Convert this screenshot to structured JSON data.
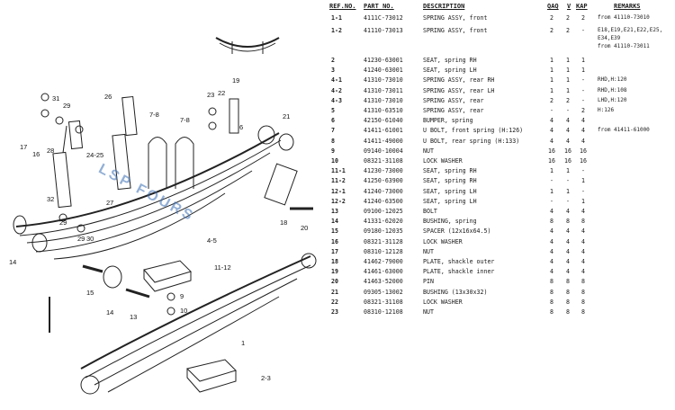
{
  "diagram": {
    "callouts": [
      "1",
      "2-3",
      "4-5",
      "6",
      "7-8",
      "7-8",
      "9",
      "10",
      "11-12",
      "13",
      "14",
      "14",
      "15",
      "16",
      "17",
      "18",
      "19",
      "20",
      "21",
      "22",
      "23",
      "24-25",
      "26",
      "27",
      "28",
      "29",
      "29",
      "29",
      "30",
      "31",
      "32"
    ],
    "watermark": "LSP FOURS"
  },
  "table": {
    "headers": {
      "ref": "REF.NO.",
      "part": "PART NO.",
      "desc": "DESCRIPTION",
      "q1": "QAQ",
      "q2": "V",
      "q3": "KAP",
      "remarks": "REMARKS"
    },
    "rows": [
      {
        "ref": "1-1",
        "part": "4111C-73012",
        "desc": "SPRING ASSY, front",
        "q1": "2",
        "q2": "2",
        "q3": "2",
        "rem": "from 41110-73010"
      },
      {
        "ref": "1-2",
        "part": "41110-73013",
        "desc": "SPRING ASSY, front",
        "q1": "2",
        "q2": "2",
        "q3": "-",
        "rem": "E18,E19,E21,E22,E25,"
      },
      {
        "ref": "2",
        "part": "41230-63001",
        "desc": "SEAT, spring RH",
        "q1": "1",
        "q2": "1",
        "q3": "1",
        "rem": ""
      },
      {
        "ref": "3",
        "part": "41240-63001",
        "desc": "SEAT, spring LH",
        "q1": "1",
        "q2": "1",
        "q3": "1",
        "rem": ""
      },
      {
        "ref": "4-1",
        "part": "41310-73010",
        "desc": "SPRING ASSY, rear RH",
        "q1": "1",
        "q2": "1",
        "q3": "-",
        "rem": "RHD,H:120"
      },
      {
        "ref": "4-2",
        "part": "41310-73011",
        "desc": "SPRING ASSY, rear LH",
        "q1": "1",
        "q2": "1",
        "q3": "-",
        "rem": "RHD,H:108"
      },
      {
        "ref": "4-3",
        "part": "41310-73010",
        "desc": "SPRING ASSY, rear",
        "q1": "2",
        "q2": "2",
        "q3": "-",
        "rem": "LHD,H:120"
      },
      {
        "ref": "5",
        "part": "41310-63510",
        "desc": "SPRING ASSY, rear",
        "q1": "-",
        "q2": "-",
        "q3": "2",
        "rem": "H:126"
      },
      {
        "ref": "6",
        "part": "42150-61040",
        "desc": "BUMPER, spring",
        "q1": "4",
        "q2": "4",
        "q3": "4",
        "rem": ""
      },
      {
        "ref": "7",
        "part": "41411-61001",
        "desc": "U BOLT, front spring (H:126)",
        "q1": "4",
        "q2": "4",
        "q3": "4",
        "rem": "from 41411-61000"
      },
      {
        "ref": "8",
        "part": "41411-49000",
        "desc": "U BOLT, rear spring (H:133)",
        "q1": "4",
        "q2": "4",
        "q3": "4",
        "rem": ""
      },
      {
        "ref": "9",
        "part": "09140-10004",
        "desc": "NUT",
        "q1": "16",
        "q2": "16",
        "q3": "16",
        "rem": ""
      },
      {
        "ref": "10",
        "part": "08321-31108",
        "desc": "LOCK WASHER",
        "q1": "16",
        "q2": "16",
        "q3": "16",
        "rem": ""
      },
      {
        "ref": "11-1",
        "part": "41230-73000",
        "desc": "SEAT, spring RH",
        "q1": "1",
        "q2": "1",
        "q3": "-",
        "rem": ""
      },
      {
        "ref": "11-2",
        "part": "41250-63900",
        "desc": "SEAT, spring RH",
        "q1": "-",
        "q2": "-",
        "q3": "1",
        "rem": ""
      },
      {
        "ref": "12-1",
        "part": "41240-73000",
        "desc": "SEAT, spring LH",
        "q1": "1",
        "q2": "1",
        "q3": "-",
        "rem": ""
      },
      {
        "ref": "12-2",
        "part": "41240-63500",
        "desc": "SEAT, spring LH",
        "q1": "-",
        "q2": "-",
        "q3": "1",
        "rem": ""
      },
      {
        "ref": "13",
        "part": "09100-12025",
        "desc": "BOLT",
        "q1": "4",
        "q2": "4",
        "q3": "4",
        "rem": ""
      },
      {
        "ref": "14",
        "part": "41331-62020",
        "desc": "BUSHING, spring",
        "q1": "8",
        "q2": "8",
        "q3": "8",
        "rem": ""
      },
      {
        "ref": "15",
        "part": "09180-12035",
        "desc": "SPACER (12x16x64.5)",
        "q1": "4",
        "q2": "4",
        "q3": "4",
        "rem": ""
      },
      {
        "ref": "16",
        "part": "08321-31128",
        "desc": "LOCK WASHER",
        "q1": "4",
        "q2": "4",
        "q3": "4",
        "rem": ""
      },
      {
        "ref": "17",
        "part": "08310-12128",
        "desc": "NUT",
        "q1": "4",
        "q2": "4",
        "q3": "4",
        "rem": ""
      },
      {
        "ref": "18",
        "part": "41462-79000",
        "desc": "PLATE, shackle outer",
        "q1": "4",
        "q2": "4",
        "q3": "4",
        "rem": ""
      },
      {
        "ref": "19",
        "part": "41461-63000",
        "desc": "PLATE, shackle inner",
        "q1": "4",
        "q2": "4",
        "q3": "4",
        "rem": ""
      },
      {
        "ref": "20",
        "part": "41463-52000",
        "desc": "PIN",
        "q1": "8",
        "q2": "8",
        "q3": "8",
        "rem": ""
      },
      {
        "ref": "21",
        "part": "09305-13002",
        "desc": "BUSHING (13x30x32)",
        "q1": "8",
        "q2": "8",
        "q3": "8",
        "rem": ""
      },
      {
        "ref": "22",
        "part": "08321-31108",
        "desc": "LOCK WASHER",
        "q1": "8",
        "q2": "8",
        "q3": "8",
        "rem": ""
      },
      {
        "ref": "23",
        "part": "08310-12108",
        "desc": "NUT",
        "q1": "8",
        "q2": "8",
        "q3": "8",
        "rem": ""
      }
    ],
    "extra_remarks": [
      "E34,E39",
      "from 41110-73011"
    ]
  }
}
